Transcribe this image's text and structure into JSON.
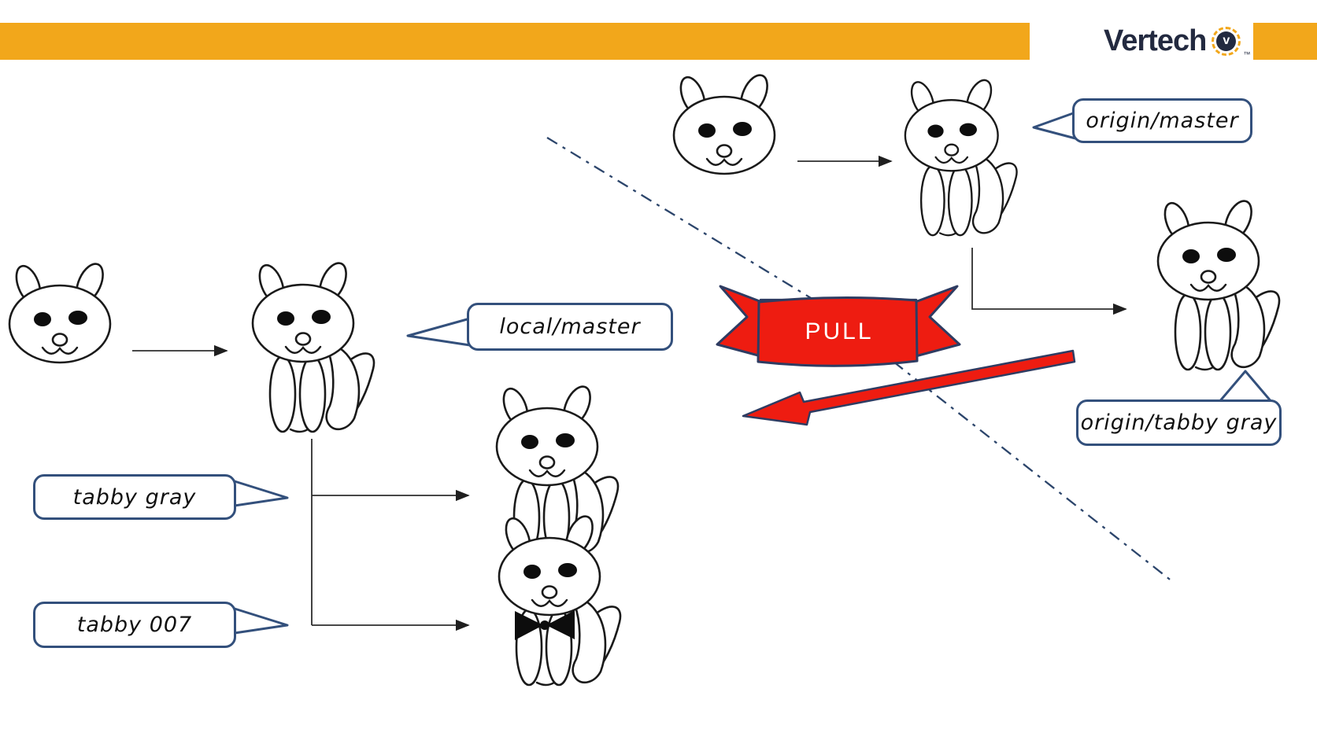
{
  "header": {
    "bar_color": "#F2A71B",
    "logo": {
      "text": "Vertech",
      "badge_letter": "v",
      "trademark": "™",
      "text_color": "#232a40",
      "ring_color": "#F2A71B"
    }
  },
  "diagram": {
    "labels": {
      "origin_master": "origin/master",
      "local_master": "local/master",
      "origin_tabby_gray": "origin/tabby gray",
      "tabby_gray": "tabby gray",
      "tabby_007": "tabby 007",
      "pull": "PULL"
    },
    "colors": {
      "bubble_border": "#33507c",
      "ribbon_red": "#ee1c11",
      "ribbon_outline": "#2e3c62",
      "connector": "#2e2e2e",
      "divider_line": "#2c456b",
      "cat_outline": "#1a1a1a",
      "gray_head_top": "#8d8d8d",
      "gray_head_bottom": "#f0f0f0"
    },
    "nodes": [
      {
        "id": "commit-head-local",
        "side": "local",
        "variant": "white-head"
      },
      {
        "id": "local-master-cat",
        "side": "local",
        "variant": "white-full",
        "label_ref": "local_master"
      },
      {
        "id": "tabby-gray-cat",
        "side": "local",
        "variant": "gray-full",
        "label_ref": "tabby_gray"
      },
      {
        "id": "tabby-007-cat",
        "side": "local",
        "variant": "white-full-bowtie",
        "label_ref": "tabby_007"
      },
      {
        "id": "commit-head-origin",
        "side": "origin",
        "variant": "white-head"
      },
      {
        "id": "origin-master-cat",
        "side": "origin",
        "variant": "white-full",
        "label_ref": "origin_master"
      },
      {
        "id": "origin-tabby-gray-cat",
        "side": "origin",
        "variant": "gray-full",
        "label_ref": "origin_tabby_gray"
      }
    ],
    "action": {
      "ribbon": "PULL",
      "direction": "origin-to-local"
    }
  }
}
